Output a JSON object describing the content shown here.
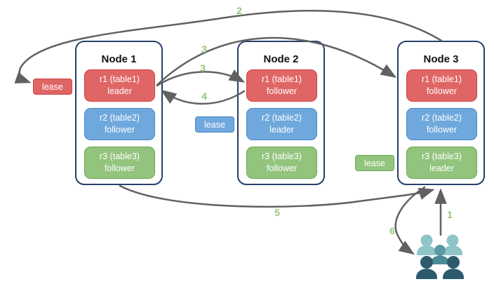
{
  "diagram": {
    "nodes": [
      {
        "title": "Node 1",
        "replicas": [
          {
            "name": "r1 (table1)",
            "role": "leader",
            "color": "red"
          },
          {
            "name": "r2 (table2)",
            "role": "follower",
            "color": "blue"
          },
          {
            "name": "r3 (table3)",
            "role": "follower",
            "color": "green"
          }
        ]
      },
      {
        "title": "Node 2",
        "replicas": [
          {
            "name": "r1 (table1)",
            "role": "follower",
            "color": "red"
          },
          {
            "name": "r2 (table2)",
            "role": "leader",
            "color": "blue"
          },
          {
            "name": "r3 (table3)",
            "role": "follower",
            "color": "green"
          }
        ]
      },
      {
        "title": "Node 3",
        "replicas": [
          {
            "name": "r1 (table1)",
            "role": "follower",
            "color": "red"
          },
          {
            "name": "r2 (table2)",
            "role": "follower",
            "color": "blue"
          },
          {
            "name": "r3 (table3)",
            "role": "leader",
            "color": "green"
          }
        ]
      }
    ],
    "leases": [
      {
        "label": "lease",
        "color": "red"
      },
      {
        "label": "lease",
        "color": "blue"
      },
      {
        "label": "lease",
        "color": "green"
      }
    ],
    "steps": [
      {
        "id": "step-1",
        "text": "1"
      },
      {
        "id": "step-2",
        "text": "2"
      },
      {
        "id": "step-3a",
        "text": "3"
      },
      {
        "id": "step-3b",
        "text": "3"
      },
      {
        "id": "step-4",
        "text": "4"
      },
      {
        "id": "step-5",
        "text": "5"
      },
      {
        "id": "step-6",
        "text": "6"
      }
    ],
    "icons": [
      {
        "name": "users-icon",
        "meaning": "clients / users group"
      }
    ],
    "colors": {
      "red_fill": "#e06666",
      "red_border": "#cf4040",
      "blue_fill": "#6fa8dc",
      "blue_border": "#4a86c6",
      "green_fill": "#93c47d",
      "green_border": "#69a84f",
      "node_border": "#26406b",
      "arrow": "#616161",
      "step_label": "#93c47d",
      "users_light": "#8ec5c7",
      "users_mid": "#5b9aa3",
      "users_mid_body": "#4c8c99",
      "users_dark": "#2d5a6c"
    }
  }
}
